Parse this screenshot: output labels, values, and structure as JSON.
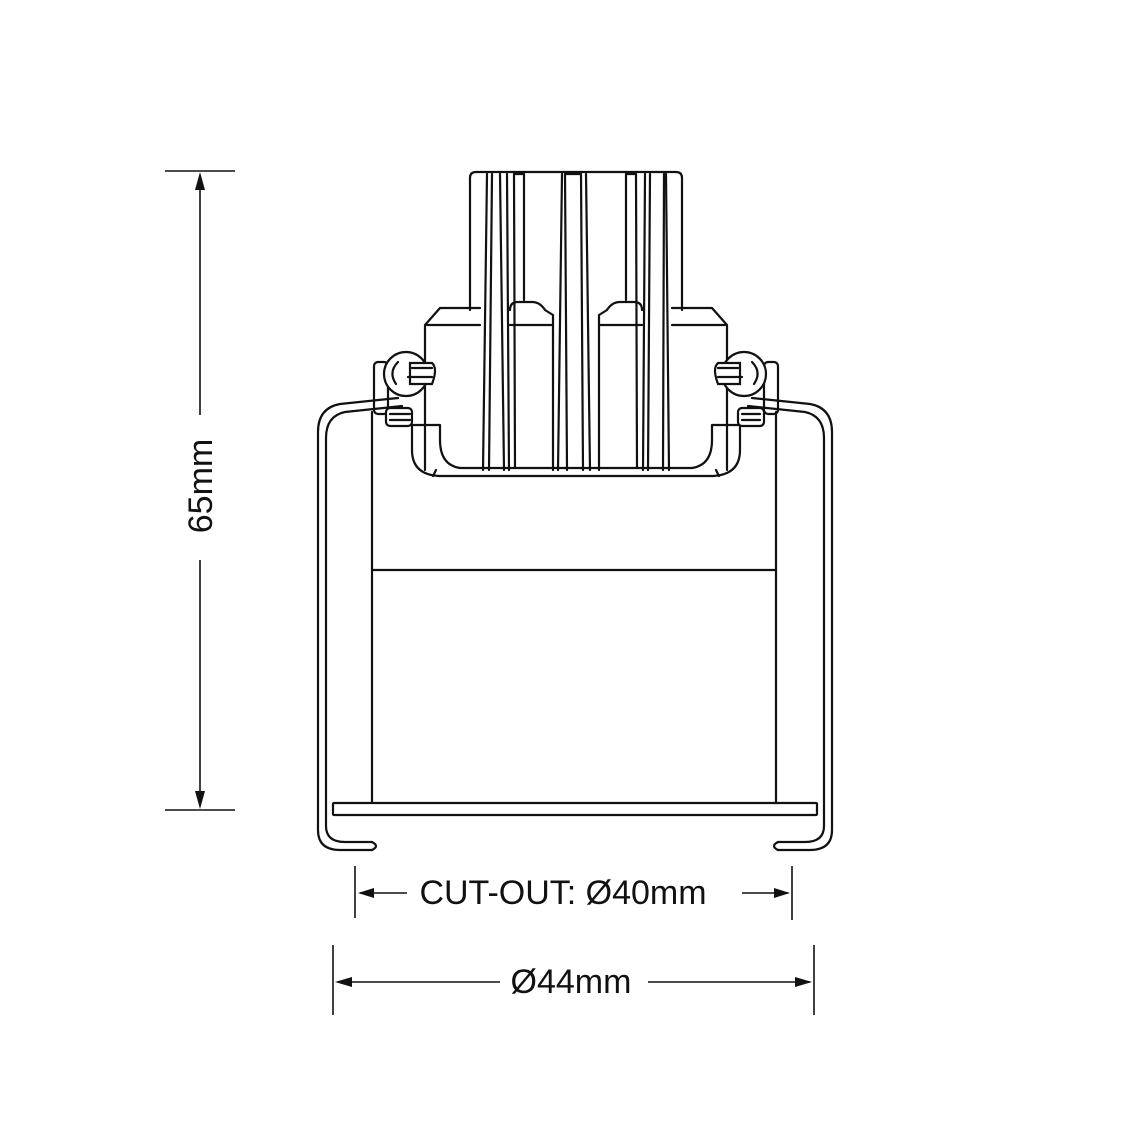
{
  "drawing": {
    "subject": "recessed downlight side elevation",
    "line_color": "#111111",
    "background": "#ffffff"
  },
  "dimensions": {
    "height": {
      "label": "65mm",
      "value": 65,
      "unit": "mm",
      "orientation": "vertical"
    },
    "cutout": {
      "label": "CUT-OUT: Ø40mm",
      "value": 40,
      "unit": "mm",
      "orientation": "horizontal"
    },
    "outer_diameter": {
      "label": "Ø44mm",
      "value": 44,
      "unit": "mm",
      "orientation": "horizontal"
    }
  }
}
